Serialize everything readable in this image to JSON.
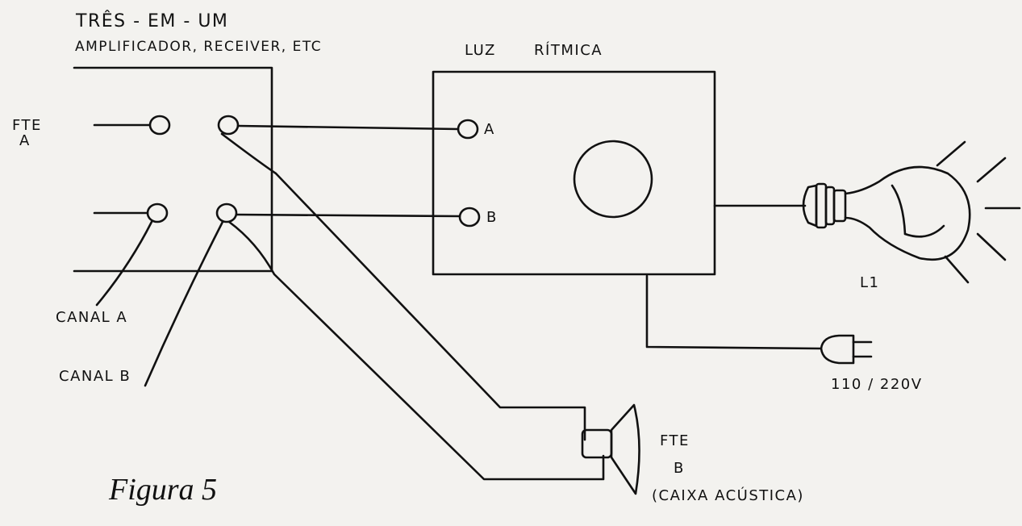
{
  "title": "TRÊS - EM - UM",
  "subtitle": "AMPLIFICADOR, RECEIVER, ETC",
  "device_label": "LUZ RÍTMICA",
  "source_a": [
    "FTE",
    "A"
  ],
  "input_a": "A",
  "input_b": "B",
  "channel_a": "CANAL A",
  "channel_b": "CANAL B",
  "lamp": "L1",
  "mains": "110 / 220V",
  "speaker": [
    "FTE",
    "B",
    "(CAIXA ACÚSTICA)"
  ],
  "caption": "Figura 5"
}
